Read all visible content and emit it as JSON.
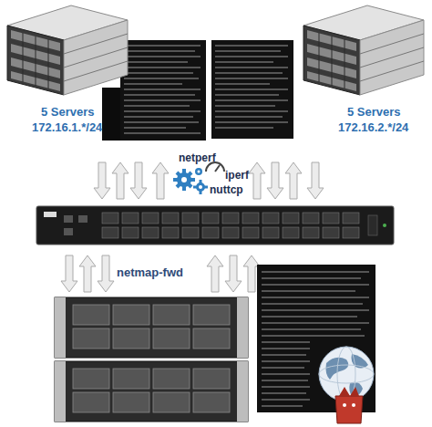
{
  "diagram": {
    "labels": [
      "5 Servers",
      "172.16.1.*/24",
      "5 Servers",
      "172.16.2.*/24",
      "netperf",
      "iperf",
      "nuttcp",
      "netmap-fwd"
    ]
  }
}
